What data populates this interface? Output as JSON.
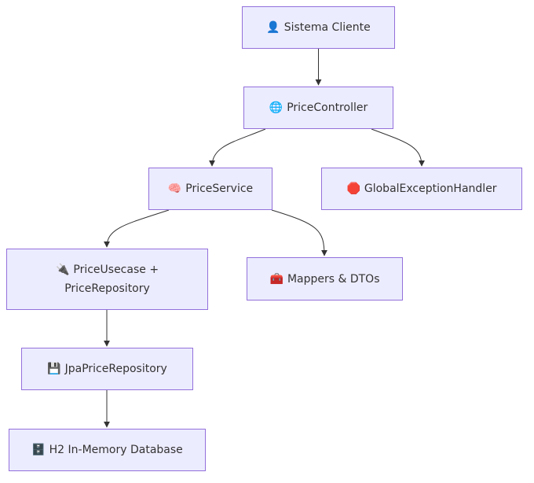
{
  "diagram": {
    "colors": {
      "node_fill": "#ECECFF",
      "node_border": "#9370DB",
      "edge": "#333333",
      "text": "#333333"
    },
    "nodes": {
      "client": {
        "icon": "👤",
        "icon_name": "user-icon",
        "label": "Sistema Cliente"
      },
      "controller": {
        "icon": "🌐",
        "icon_name": "globe-icon",
        "label": "PriceController"
      },
      "service": {
        "icon": "🧠",
        "icon_name": "brain-icon",
        "label": "PriceService"
      },
      "exception_handler": {
        "icon": "🛑",
        "icon_name": "stop-sign-icon",
        "label": "GlobalExceptionHandler"
      },
      "usecase": {
        "icon": "🔌",
        "icon_name": "plug-icon",
        "label_line1": "PriceUsecase +",
        "label_line2": "PriceRepository"
      },
      "mappers": {
        "icon": "🧰",
        "icon_name": "toolbox-icon",
        "label": "Mappers & DTOs"
      },
      "jpa": {
        "icon": "💾",
        "icon_name": "floppy-disk-icon",
        "label": "JpaPriceRepository"
      },
      "h2": {
        "icon": "🗄️",
        "icon_name": "file-cabinet-icon",
        "label": "H2 In-Memory Database"
      }
    },
    "edges": [
      {
        "from": "client",
        "to": "controller"
      },
      {
        "from": "controller",
        "to": "service"
      },
      {
        "from": "controller",
        "to": "exception_handler"
      },
      {
        "from": "service",
        "to": "usecase"
      },
      {
        "from": "service",
        "to": "mappers"
      },
      {
        "from": "usecase",
        "to": "jpa"
      },
      {
        "from": "jpa",
        "to": "h2"
      }
    ]
  }
}
